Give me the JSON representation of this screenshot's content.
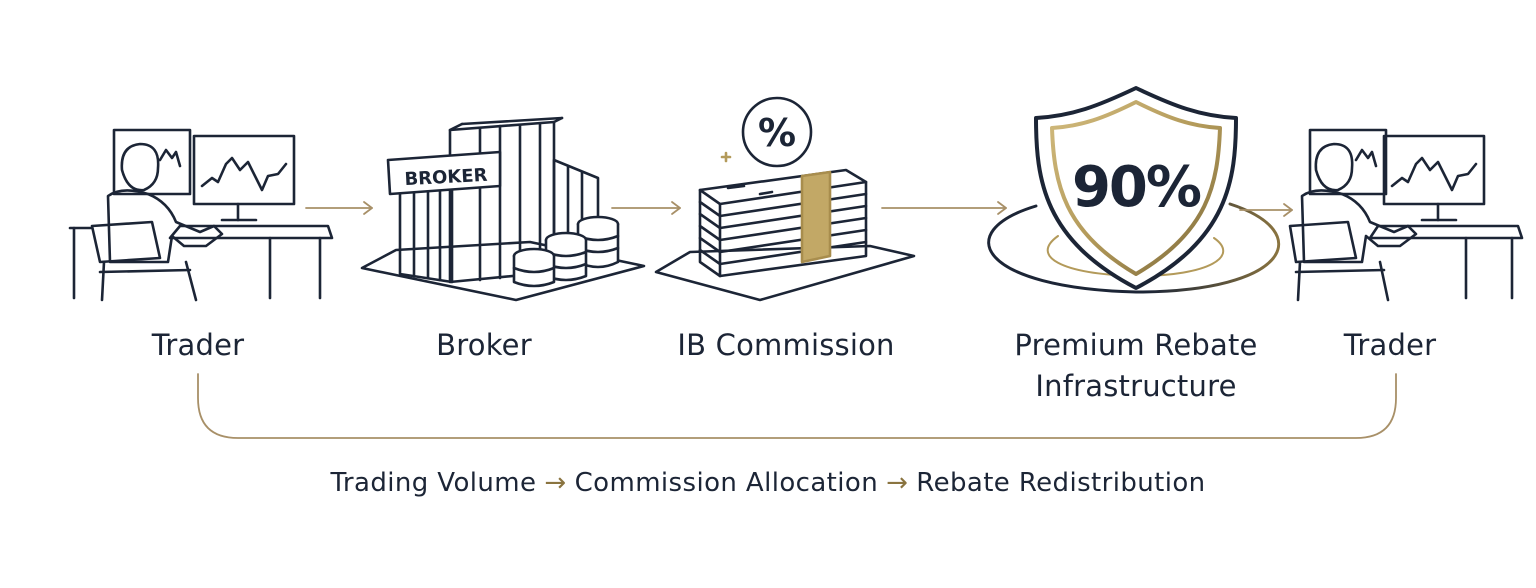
{
  "colors": {
    "ink": "#1c2536",
    "gold": "#b39a5a",
    "gold_fill": "#c2a866",
    "arrow": "#a89068"
  },
  "icons": [
    "trader-workstation-icon",
    "broker-building-icon",
    "commission-cash-stack-icon",
    "rebate-shield-icon",
    "trader-workstation-icon"
  ],
  "steps": [
    {
      "label": "Trader"
    },
    {
      "label": "Broker",
      "sign": "BROKER"
    },
    {
      "label": "IB Commission",
      "badge": "%"
    },
    {
      "label": "Premium Rebate Infrastructure",
      "badge": "90%"
    },
    {
      "label": "Trader"
    }
  ],
  "flow": [
    "Trading Volume",
    "Commission Allocation",
    "Rebate Redistribution"
  ]
}
